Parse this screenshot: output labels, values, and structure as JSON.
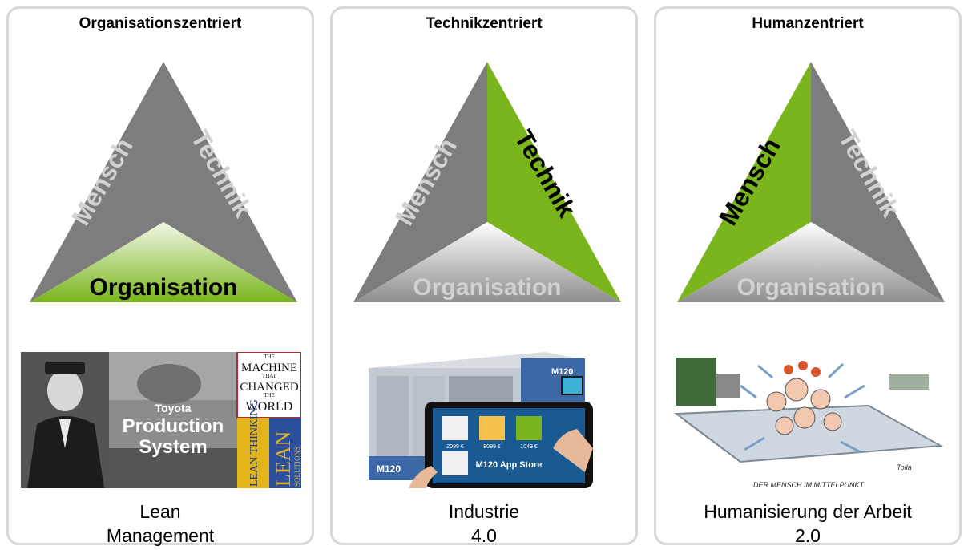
{
  "panels": [
    {
      "title": "Organisationszentriert",
      "labels": {
        "mensch": "Mensch",
        "technik": "Technik",
        "organisation": "Organisation"
      },
      "highlight": "organisation",
      "image": {
        "photo_title_line1": "Toyota",
        "photo_title_line2": "Production",
        "photo_title_line3": "System",
        "book1": [
          "THE",
          "MACHINE",
          "THAT",
          "CHANGED",
          "THE",
          "WORLD"
        ],
        "book2_left": "LEAN THINKING",
        "book2_right_big": "LEAN",
        "book2_right_small": "SOLUTIONS"
      },
      "caption_line1": "Lean",
      "caption_line2": "Management"
    },
    {
      "title": "Technikzentriert",
      "labels": {
        "mensch": "Mensch",
        "technik": "Technik",
        "organisation": "Organisation"
      },
      "highlight": "technik",
      "image": {
        "machine_label": "M120",
        "machine_label_top": "M120",
        "tablet_header": "M120 App Store",
        "app_prices": [
          "2099 €",
          "8099 €",
          "1049 €"
        ]
      },
      "caption_line1": "Industrie",
      "caption_line2": "4.0"
    },
    {
      "title": "Humanzentriert",
      "labels": {
        "mensch": "Mensch",
        "technik": "Technik",
        "organisation": "Organisation"
      },
      "highlight": "mensch",
      "image": {
        "cartoon_caption": "DER MENSCH IM MITTELPUNKT",
        "signature": "Tolla"
      },
      "caption_line1": "Humanisierung der Arbeit",
      "caption_line2": "2.0"
    }
  ],
  "colors": {
    "green": "#7ab51d",
    "grey_dark": "#7d7d7d",
    "grey_light": "#cfcfcf",
    "label_dim": "#d2d2d2"
  }
}
